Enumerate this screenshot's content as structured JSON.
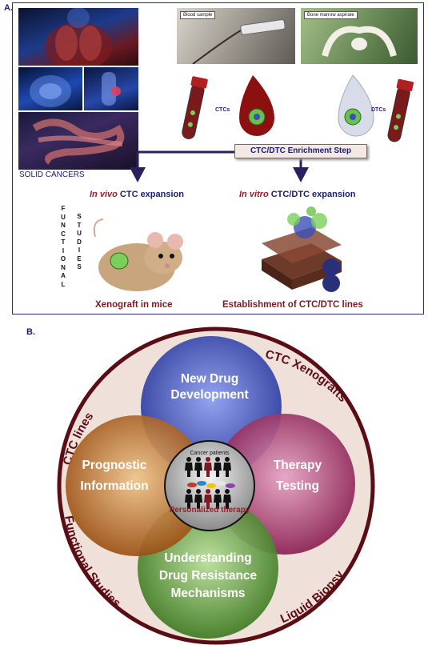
{
  "panelA": {
    "label": "A.",
    "solid_cancers": "SOLID CANCERS",
    "blood_sample_label": "Blood sample",
    "bone_marrow_label": "Bone marrow aspirate",
    "ctcs_label": "CTCs",
    "dtcs_label": "DTCs",
    "enrichment_step": "CTC/DTC Enrichment Step",
    "in_vivo_prefix": "In vivo",
    "in_vivo_suffix": " CTC expansion",
    "in_vitro_prefix": "In vitro",
    "in_vitro_suffix": " CTC/DTC expansion",
    "functional_letters": [
      "F",
      "U",
      "N",
      "C",
      "T",
      "I",
      "O",
      "N",
      "A",
      "L"
    ],
    "studies_letters": [
      "S",
      "T",
      "U",
      "D",
      "I",
      "E",
      "S"
    ],
    "xenograft_caption": "Xenograft in mice",
    "lines_caption": "Establishment of CTC/DTC lines"
  },
  "panelB": {
    "label": "B.",
    "outer_labels": {
      "ctc_lines": "CTC lines",
      "ctc_xenografts": "CTC Xenografts",
      "functional_studies": "Functional Studies",
      "liquid_biopsy": "Liquid Biopsy"
    },
    "circles": {
      "top": [
        "New Drug",
        "Development"
      ],
      "right": [
        "Therapy",
        "Testing"
      ],
      "bottom": [
        "Understanding",
        "Drug Resistance",
        "Mechanisms"
      ],
      "left": [
        "Prognostic",
        "Information"
      ]
    },
    "center_top": "Cancer patients",
    "center_bottom": "Personalized therapy"
  },
  "colors": {
    "navy": "#1b1e6e",
    "dark_red": "#7a1a24",
    "outer_ring": "#efe1da",
    "outer_border": "#5a0d15",
    "blue_circle": "#3b4fb8",
    "magenta_circle": "#9a2a63",
    "green_circle": "#4a8a2a",
    "orange_circle": "#b2621c"
  }
}
